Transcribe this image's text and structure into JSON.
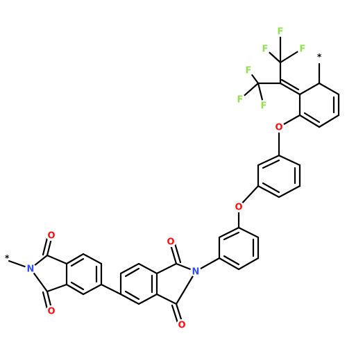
{
  "molecule": {
    "attachment_symbol": "*",
    "colors": {
      "bond": "#000000",
      "O": "#ff0d0d",
      "N": "#3050f8",
      "F": "#90e050"
    },
    "atoms": {
      "O_top_left": "O",
      "O_bottom_left": "O",
      "N_left": "N",
      "O_top_mid": "O",
      "O_bottom_mid": "O",
      "N_mid": "N",
      "O_ether_lower": "O",
      "O_ether_upper": "O",
      "F1": "F",
      "F2": "F",
      "F3": "F",
      "F4": "F",
      "F5": "F",
      "F6": "F"
    }
  }
}
